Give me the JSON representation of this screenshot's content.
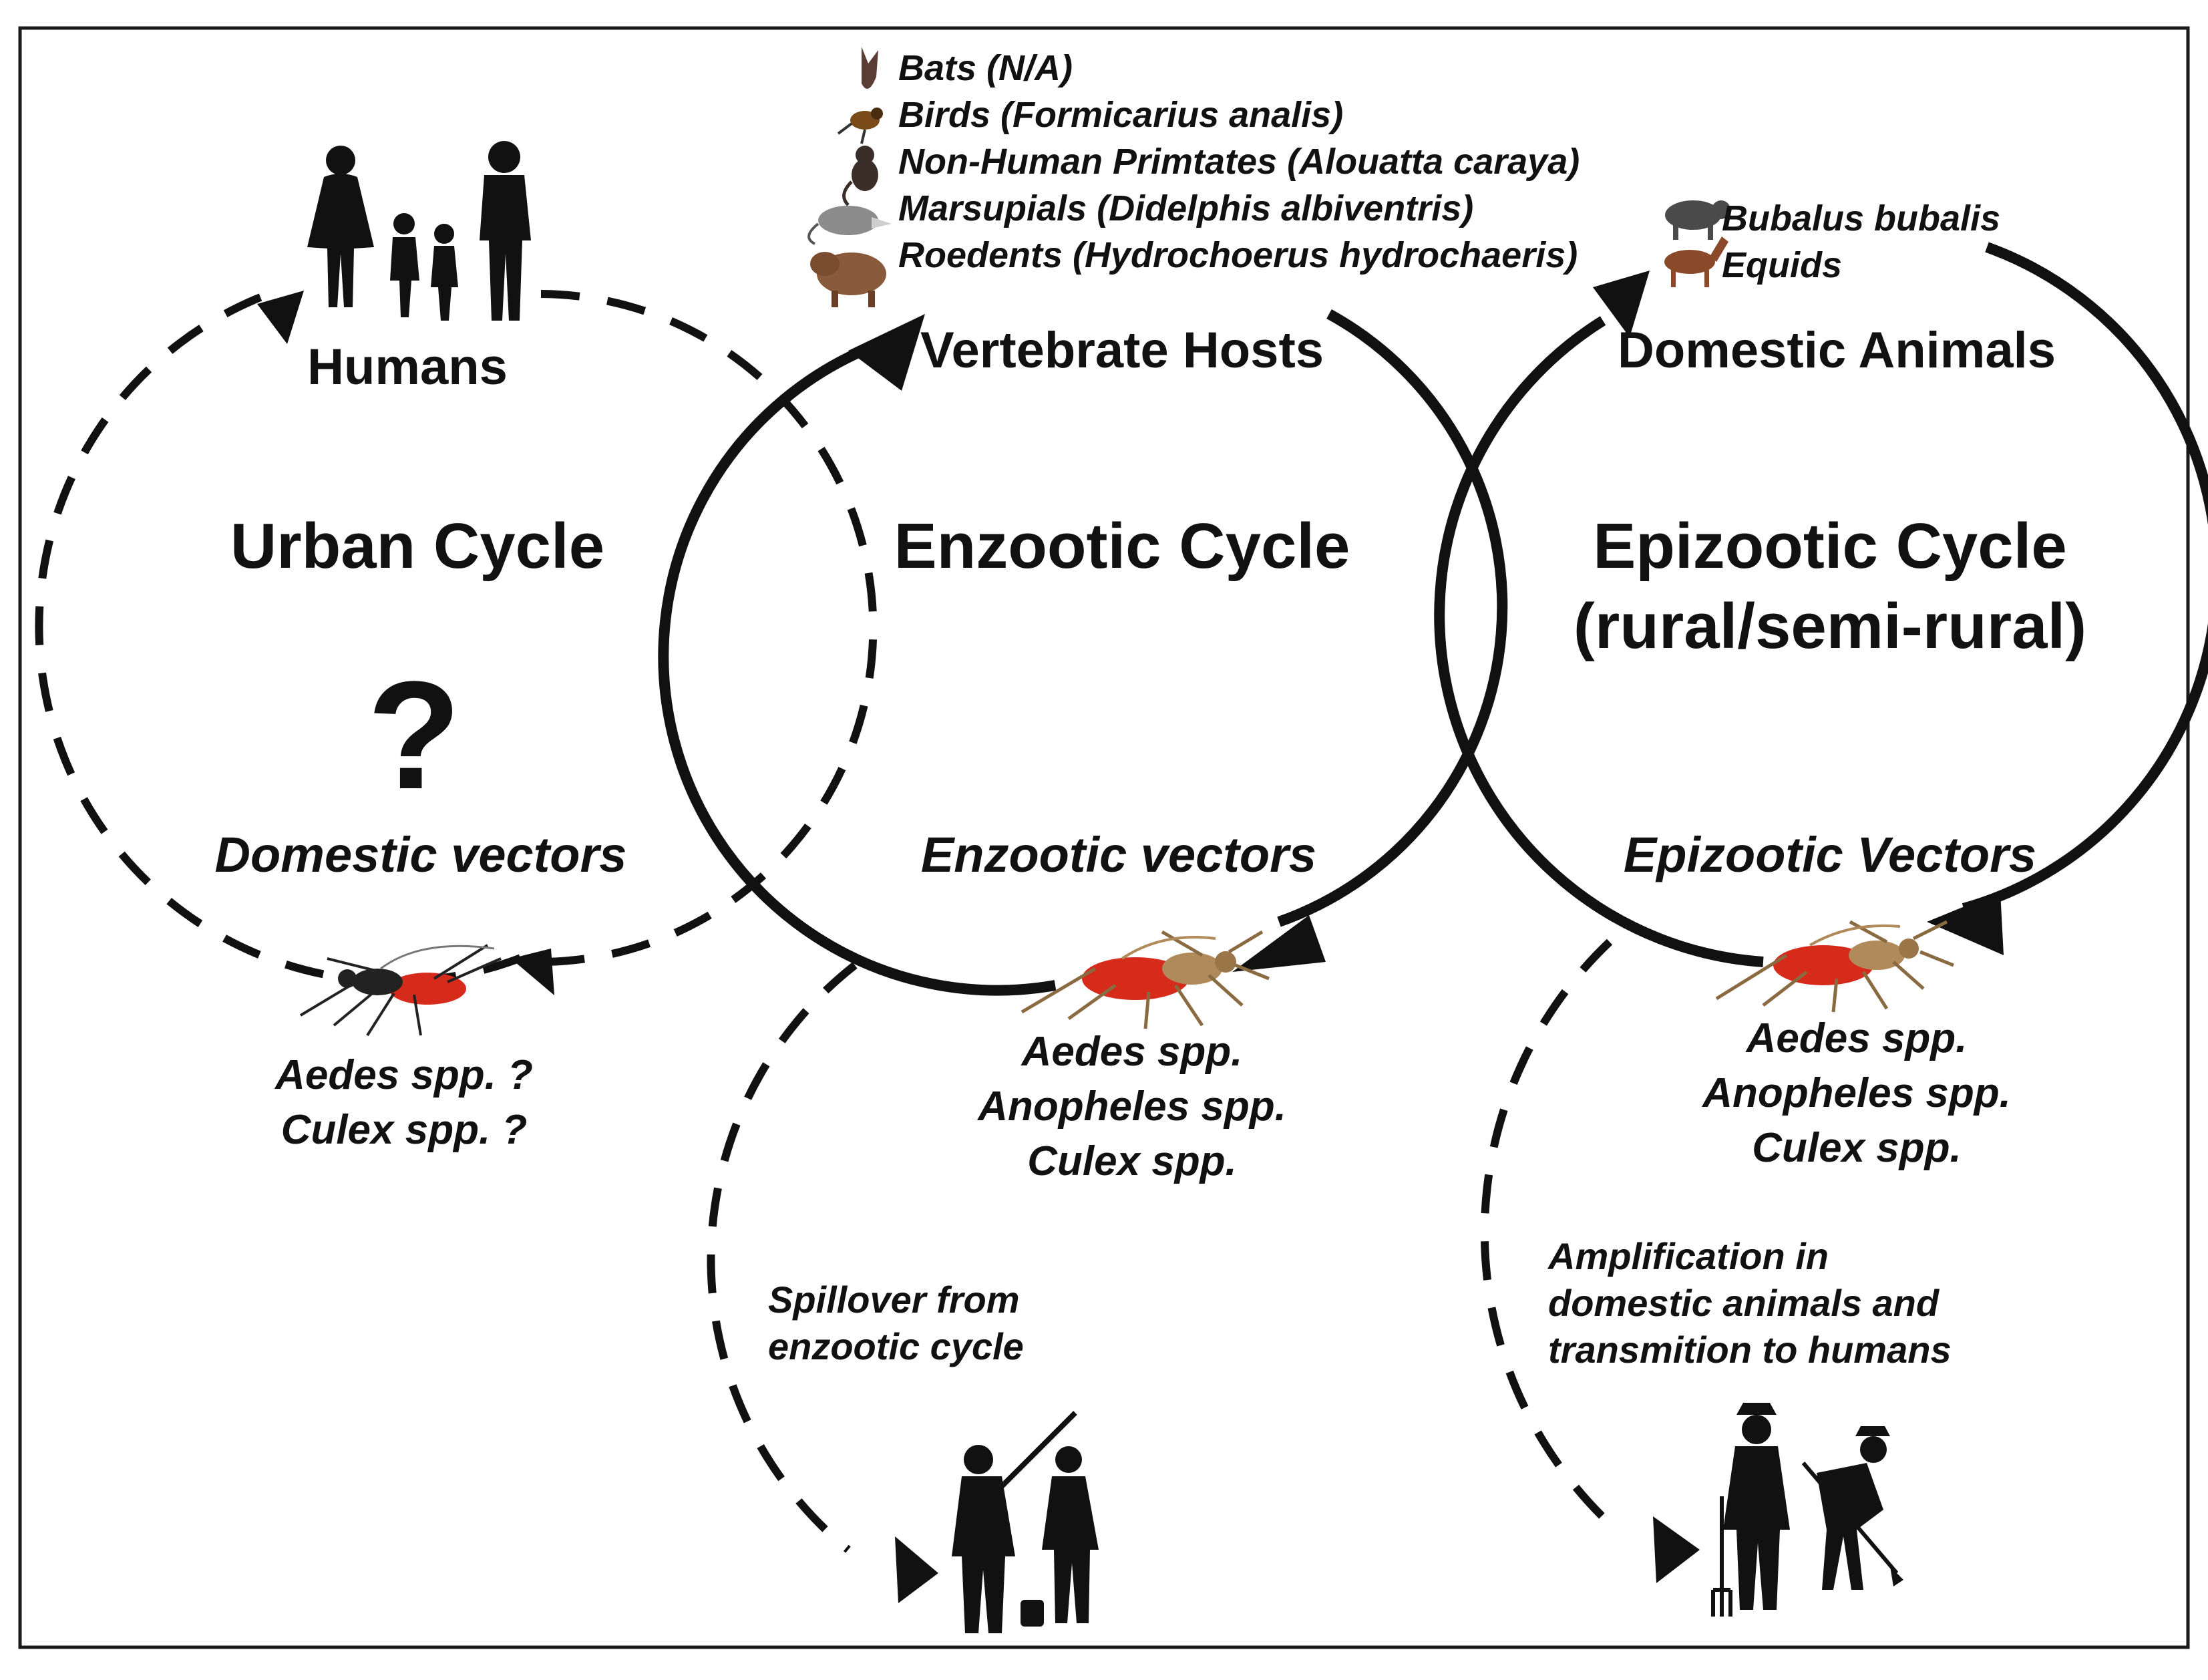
{
  "urban": {
    "hosts_label": "Humans",
    "cycle_title": "Urban Cycle",
    "unknown_mark": "?",
    "vectors_label": "Domestic vectors",
    "species": [
      "Aedes spp. ?",
      "Culex spp. ?"
    ]
  },
  "enzootic": {
    "hosts_label": "Vertebrate Hosts",
    "cycle_title": "Enzootic Cycle",
    "vectors_label": "Enzootic vectors",
    "species": [
      "Aedes spp.",
      "Anopheles spp.",
      "Culex spp."
    ],
    "hosts": [
      {
        "label": "Bats  (N/A)",
        "icon": "bat-icon"
      },
      {
        "label": "Birds (Formicarius analis)",
        "icon": "bird-icon"
      },
      {
        "label": "Non-Human Primtates (Alouatta caraya)",
        "icon": "monkey-icon"
      },
      {
        "label": "Marsupials (Didelphis albiventris)",
        "icon": "opossum-icon"
      },
      {
        "label": "Roedents (Hydrochoerus hydrochaeris)",
        "icon": "capybara-icon"
      }
    ],
    "spillover_note": [
      "Spillover from",
      "enzootic cycle"
    ]
  },
  "epizootic": {
    "hosts_label": "Domestic Animals",
    "cycle_title_lines": [
      "Epizootic Cycle",
      "(rural/semi-rural)"
    ],
    "vectors_label": "Epizootic Vectors",
    "species": [
      "Aedes spp.",
      "Anopheles spp.",
      "Culex spp."
    ],
    "hosts": [
      {
        "label": "Bubalus bubalis",
        "icon": "buffalo-icon"
      },
      {
        "label": "Equids",
        "icon": "horse-icon"
      }
    ],
    "amplification_note": [
      "Amplification in",
      "domestic animals and",
      "transmition to humans"
    ]
  },
  "colors": {
    "ink": "#111111",
    "mosquito_abdomen": "#d62a1a",
    "mosquito_body": "#b08a5a",
    "border": "#1a1a1a"
  }
}
